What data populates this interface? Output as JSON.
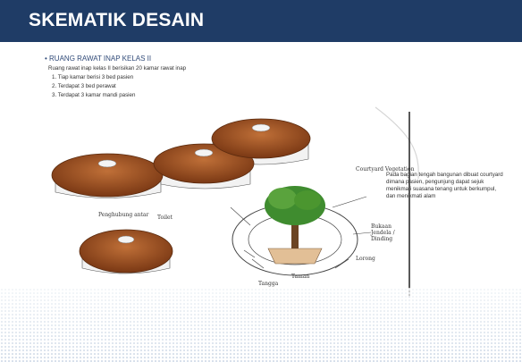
{
  "slide": {
    "title": "SKEMATIK DESAIN",
    "subheading": "• RUANG RAWAT INAP KELAS II",
    "description": [
      "Ruang rawat inap kelas II berisikan 20 kamar rawat inap",
      "1. Tiap kamar berisi 3 bed pasien",
      "2. Terdapat 3 bed perawat",
      "3. Terdapat 3 kamar mandi pasien"
    ],
    "note": "Pada bagian tengah bangunan dibuat courtyard dimana pasien, pengunjung dapat sejuk menikmati suasana tenang untuk berkumpul, dan menikmati alam"
  },
  "sketch_labels": {
    "courtyard_top": "Courtyard Vegetation",
    "left_1": "Penghubung antar",
    "left_2": "Toilet",
    "right": "Bukaan Jendela / Dinding",
    "bottom_left": "Tangga",
    "bottom_mid": "Taman",
    "bottom_right": "Lorong"
  },
  "colors": {
    "header": "#1f3c66",
    "roof": "#a0522d",
    "tree": "#3f8c2f"
  }
}
